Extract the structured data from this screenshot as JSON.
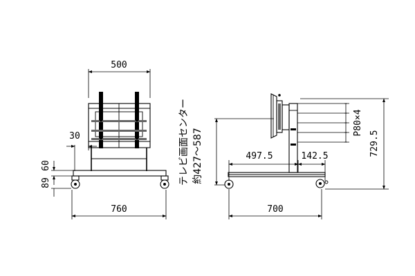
{
  "front_view": {
    "width_top": "500",
    "offset_30": "30",
    "height_60": "60",
    "height_89": "89",
    "width_base": "760"
  },
  "side_view": {
    "depth_497_5": "497.5",
    "depth_142_5": "142.5",
    "depth_base": "700",
    "pitch": "P80×4",
    "height_total": "729.5"
  },
  "center_label": {
    "line1": "テレビ画面センター",
    "line2": "約427～587"
  }
}
